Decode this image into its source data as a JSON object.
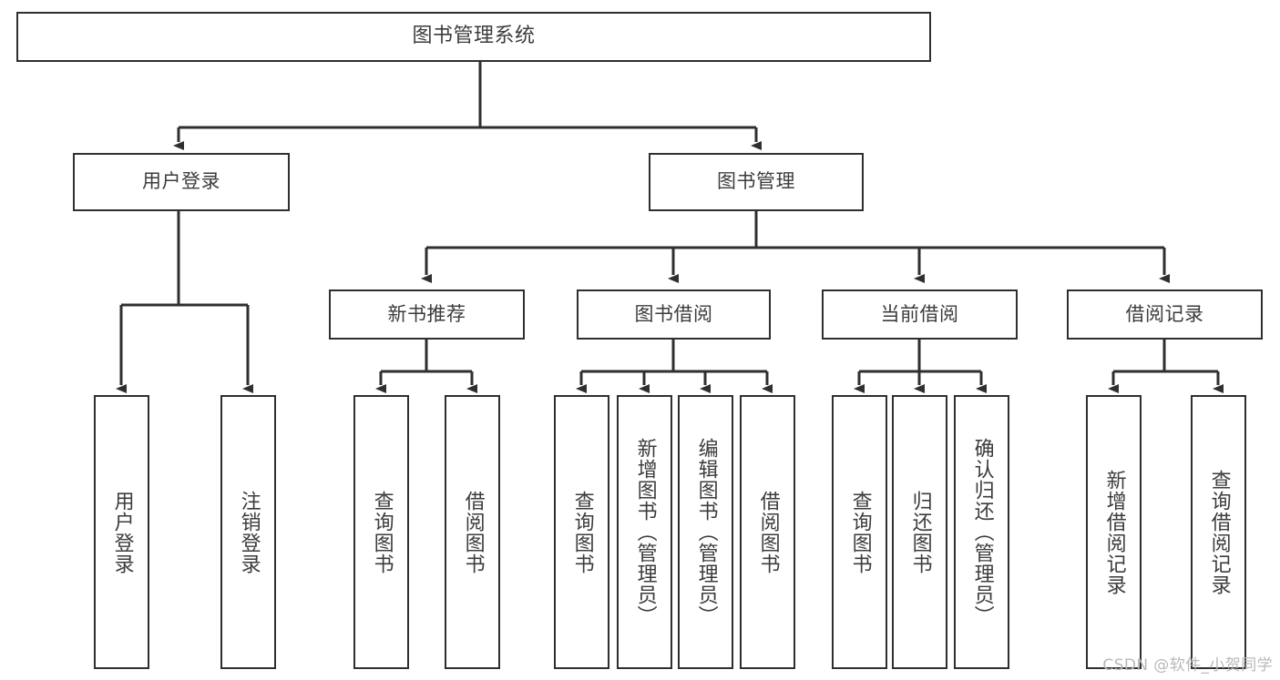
{
  "diagram": {
    "title": "图书管理系统",
    "type": "tree-hierarchy-chart",
    "watermark": "CSDN @软件_小贺同学",
    "colors": {
      "box_border": "#2f2f2f",
      "box_fill": "#ffffff",
      "text": "#3c3c3c",
      "connector": "#2f2f2f",
      "watermark": "#b9b9b9",
      "background": "#ffffff"
    },
    "root": {
      "label": "图书管理系统"
    },
    "level1": [
      {
        "label": "用户登录"
      },
      {
        "label": "图书管理"
      }
    ],
    "level2": [
      {
        "label": "新书推荐"
      },
      {
        "label": "图书借阅"
      },
      {
        "label": "当前借阅"
      },
      {
        "label": "借阅记录"
      }
    ],
    "leaves": {
      "user_login": [
        {
          "label": "用户登录"
        },
        {
          "label": "注销登录"
        }
      ],
      "new_book_recommend": [
        {
          "label": "查询图书"
        },
        {
          "label": "借阅图书"
        }
      ],
      "book_borrow": [
        {
          "label": "查询图书"
        },
        {
          "label": "新增图书（管理员）"
        },
        {
          "label": "编辑图书（管理员）"
        },
        {
          "label": "借阅图书"
        }
      ],
      "current_borrow": [
        {
          "label": "查询图书"
        },
        {
          "label": "归还图书"
        },
        {
          "label": "确认归还（管理员）"
        }
      ],
      "borrow_record": [
        {
          "label": "新增借阅记录"
        },
        {
          "label": "查询借阅记录"
        }
      ]
    }
  }
}
